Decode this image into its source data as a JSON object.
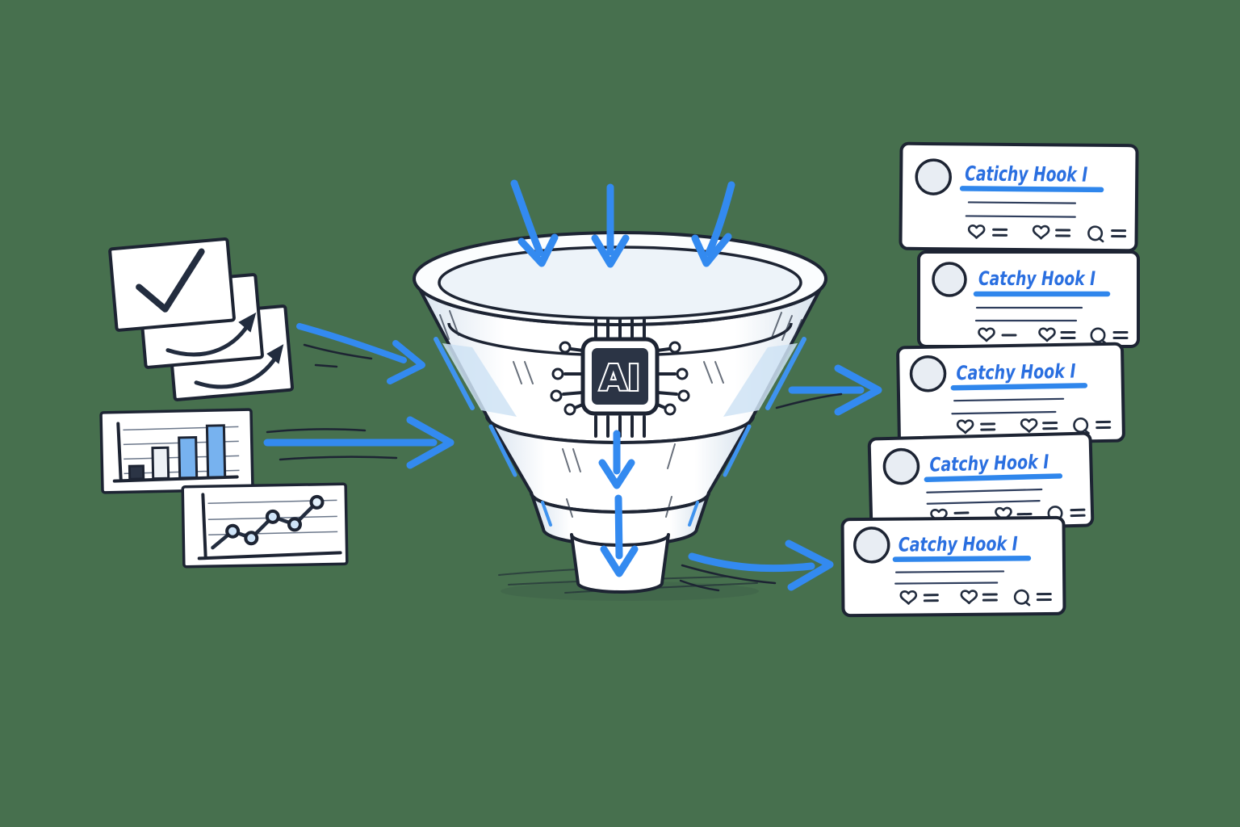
{
  "canvas": {
    "background_color": "#47704e"
  },
  "palette": {
    "outline": "#1d2433",
    "arrow_blue": "#338af0",
    "accent_blue": "#3f93ef",
    "bar_blue": "#77b2ef",
    "chip_bg": "#2b3445",
    "title_blue": "#2a6fe0",
    "underline_blue": "#2f86ec",
    "card_bg": "#ffffff"
  },
  "funnel": {
    "chip_label": "AI",
    "icon": "ai-chip-icon",
    "inflow_arrow_count": 3,
    "internal_arrow_count": 2
  },
  "inputs": {
    "check_card": {
      "icon": "checkmark-icon"
    },
    "trend_card_1": {
      "icon": "swoosh-arrow-icon"
    },
    "trend_card_2": {
      "icon": "swoosh-arrow-icon"
    },
    "bar_chart_card": {
      "icon": "bar-chart-icon"
    },
    "line_chart_card": {
      "icon": "line-chart-icon"
    }
  },
  "outputs": {
    "cards": [
      {
        "title": "Catichy Hook I"
      },
      {
        "title": "Catchy Hook I"
      },
      {
        "title": "Catchy Hook I"
      },
      {
        "title": "Catchy Hook I"
      },
      {
        "title": "Catchy Hook I"
      }
    ]
  }
}
